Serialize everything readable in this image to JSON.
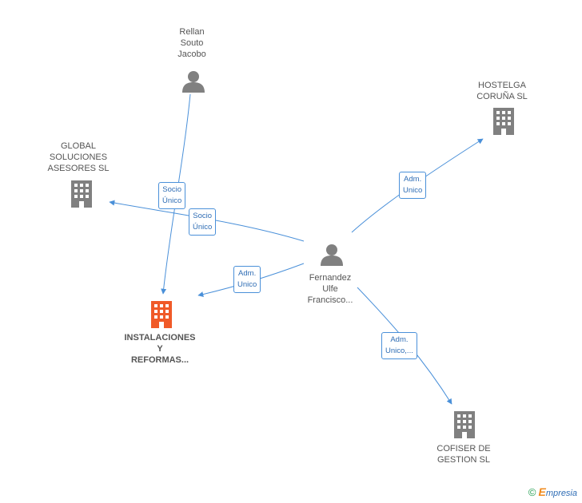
{
  "nodes": {
    "rellan": {
      "lines": [
        "Rellan",
        "Souto",
        "Jacobo"
      ],
      "kind": "person"
    },
    "hostelga": {
      "lines": [
        "HOSTELGA",
        "CORUÑA SL"
      ],
      "kind": "company"
    },
    "global": {
      "lines": [
        "GLOBAL",
        "SOLUCIONES",
        "ASESORES SL"
      ],
      "kind": "company"
    },
    "instalaciones": {
      "lines": [
        "INSTALACIONES",
        "Y",
        "REFORMAS..."
      ],
      "kind": "company-main"
    },
    "fernandez": {
      "lines": [
        "Fernandez",
        "Ulfe",
        "Francisco..."
      ],
      "kind": "person"
    },
    "cofiser": {
      "lines": [
        "COFISER DE",
        "GESTION SL"
      ],
      "kind": "company"
    }
  },
  "edges": {
    "rellan_instalaciones": [
      "Socio",
      "Único"
    ],
    "fernandez_global": [
      "Socio",
      "Único"
    ],
    "fernandez_instalaciones": [
      "Adm.",
      "Unico"
    ],
    "fernandez_hostelga": [
      "Adm.",
      "Unico"
    ],
    "fernandez_cofiser": [
      "Adm.",
      "Unico,..."
    ]
  },
  "footer": {
    "copyright": "©",
    "brand_first": "E",
    "brand_rest": "mpresia"
  },
  "colors": {
    "edge": "#4a90d9",
    "icon": "#808080",
    "main_icon": "#f05a28"
  }
}
